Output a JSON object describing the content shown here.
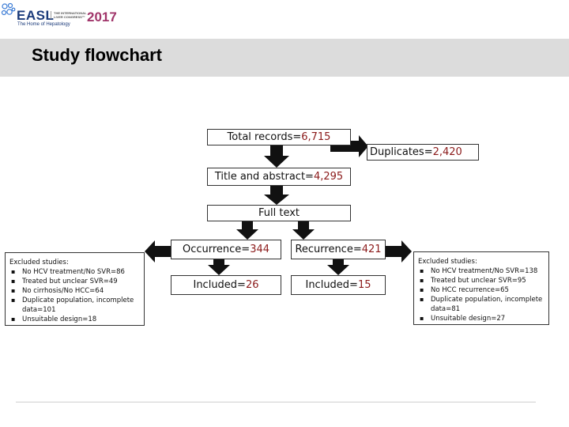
{
  "header": {
    "logo_text": "EASL",
    "logo_tagline": "The Home of Hepatology",
    "congress_text": "THE INTERNATIONAL LIVER CONGRESS™",
    "congress_year": "2017",
    "page_title": "Study flowchart"
  },
  "flow": {
    "total": {
      "label": "Total records=",
      "value": "6,715"
    },
    "duplicates": {
      "label": "Duplicates=",
      "value": "2,420"
    },
    "title_abstract": {
      "label": "Title and abstract=",
      "value": "4,295"
    },
    "full_text": {
      "label": "Full text"
    },
    "occurrence": {
      "label": "Occurrence=",
      "value": "344"
    },
    "recurrence": {
      "label": "Recurrence=",
      "value": "421"
    },
    "included_occ": {
      "label": "Included=",
      "value": "26"
    },
    "included_rec": {
      "label": "Included=",
      "value": "15"
    }
  },
  "excluded_left": {
    "heading": "Excluded studies:",
    "items": [
      "No HCV treatment/No SVR=86",
      "Treated but unclear SVR=49",
      "No cirrhosis/No HCC=64",
      "Duplicate population, incomplete data=101",
      "Unsuitable design=18"
    ]
  },
  "excluded_right": {
    "heading": "Excluded studies:",
    "items": [
      "No HCV treatment/No SVR=138",
      "Treated but unclear SVR=95",
      "No HCC recurrence=65",
      "Duplicate population, incomplete data=81",
      "Unsuitable design=27"
    ]
  },
  "colors": {
    "value_text": "#8b1a1a",
    "arrow": "#111111",
    "title_band": "#dcdcdc"
  }
}
